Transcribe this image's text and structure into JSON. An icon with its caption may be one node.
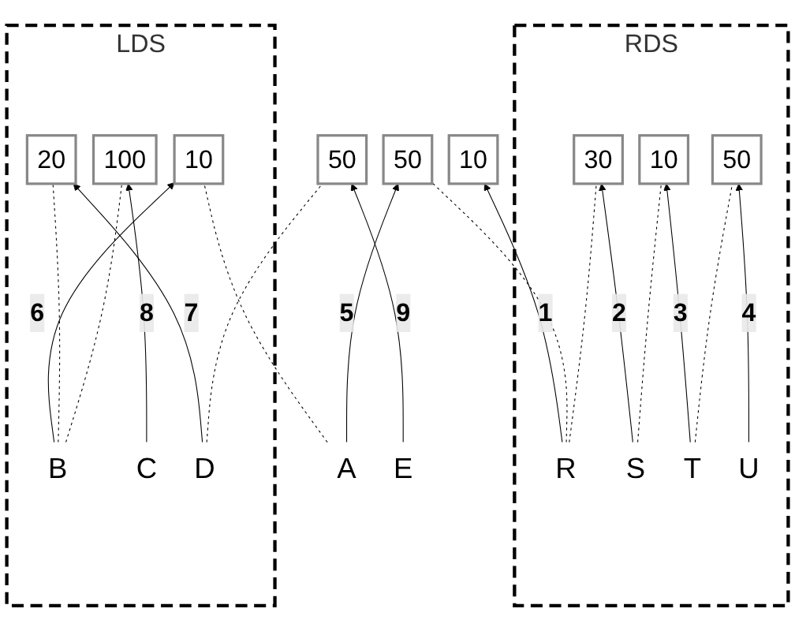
{
  "diagram": {
    "nodes": [
      {
        "text": [
          "10"
        ]
      },
      {
        "text": [
          "RDS"
        ]
      },
      {
        "text": [
          "50"
        ]
      },
      {
        "text": [
          "LDS"
        ]
      },
      {
        "text": [
          "R"
        ],
        "in": 1
      },
      {
        "text": [
          "30"
        ],
        "in": 1
      },
      {
        "text": [
          "A"
        ]
      },
      {
        "text": [
          "10"
        ],
        "in": 3
      },
      {
        "text": [
          "S"
        ],
        "in": 1
      },
      {
        "text": [
          "10"
        ],
        "in": 1
      },
      {
        "text": [
          "20"
        ],
        "in": 3
      },
      {
        "text": [
          "50"
        ],
        "in": 1
      },
      {
        "text": [
          "100"
        ],
        "in": 3
      },
      {
        "text": [
          "50"
        ]
      },
      {
        "text": [
          "T"
        ],
        "in": 1
      },
      {
        "text": [
          "U"
        ],
        "in": 1
      },
      {
        "text": [
          "B"
        ],
        "in": 3
      },
      {
        "text": [
          "C"
        ],
        "in": 3
      },
      {
        "text": [
          "D"
        ],
        "in": 3
      },
      {
        "text": [
          "E"
        ]
      }
    ],
    "edges": [
      {
        "from": 4,
        "to": 0,
        "arrow": "to",
        "label": "1"
      },
      {
        "from": 8,
        "to": 5,
        "arrow": "to",
        "label": "2"
      },
      {
        "from": 14,
        "to": 9,
        "arrow": "to",
        "label": "3"
      },
      {
        "from": 15,
        "to": 11,
        "arrow": "to",
        "label": "4"
      },
      {
        "from": 6,
        "to": 2,
        "arrow": "to",
        "label": "5"
      },
      {
        "from": 16,
        "to": 7,
        "arrow": "to",
        "label": "6"
      },
      {
        "from": 18,
        "to": 10,
        "arrow": "to",
        "label": "7"
      },
      {
        "from": 17,
        "to": 12,
        "arrow": "to",
        "label": "8"
      },
      {
        "from": 19,
        "to": 13,
        "arrow": "to",
        "label": "9"
      },
      {
        "from": 4,
        "to": 2,
        "arrow": "none",
        "style": "dashed"
      },
      {
        "from": 4,
        "to": 5,
        "arrow": "none",
        "style": "dashed"
      },
      {
        "from": 8,
        "to": 9,
        "arrow": "none",
        "style": "dashed"
      },
      {
        "from": 14,
        "to": 11,
        "arrow": "none",
        "style": "dashed"
      },
      {
        "from": 6,
        "to": 7,
        "arrow": "none",
        "style": "dashed"
      },
      {
        "from": 16,
        "to": 10,
        "arrow": "none",
        "style": "dashed"
      },
      {
        "from": 16,
        "to": 12,
        "arrow": "none",
        "style": "dashed"
      },
      {
        "from": 18,
        "to": 13,
        "arrow": "none",
        "style": "dashed"
      }
    ]
  }
}
